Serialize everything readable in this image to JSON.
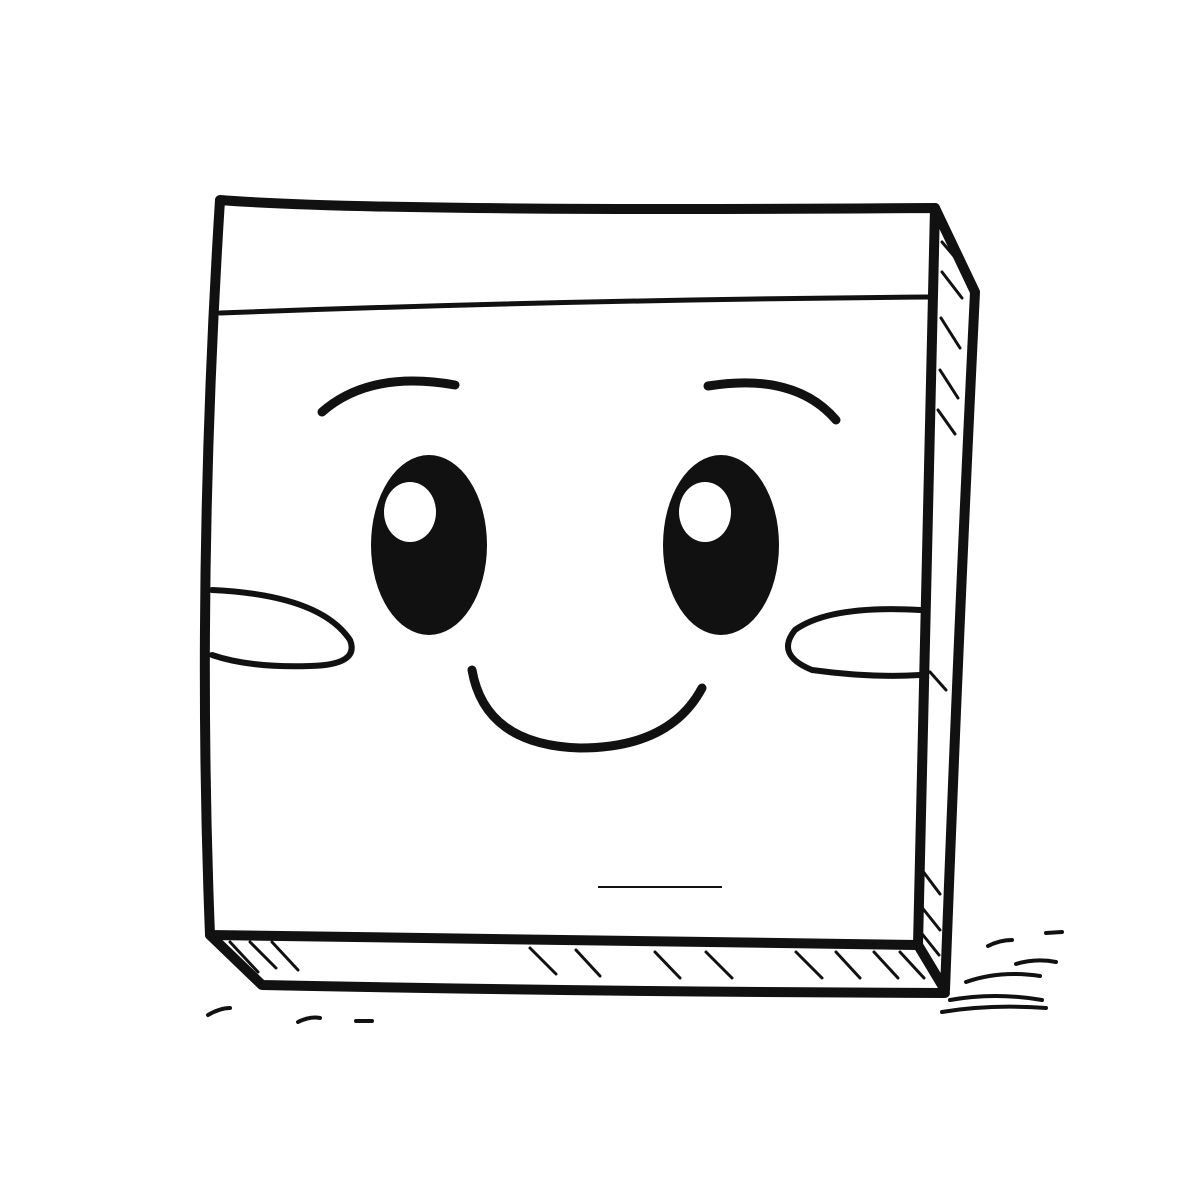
{
  "illustration": {
    "subject": "smiling-box-character",
    "colors": {
      "ink": "#111111",
      "paper": "#ffffff"
    },
    "features": [
      "box-outline",
      "lid-line",
      "eyebrows",
      "eyes",
      "cheeks",
      "smile",
      "base-hatching",
      "ground-strokes"
    ]
  }
}
